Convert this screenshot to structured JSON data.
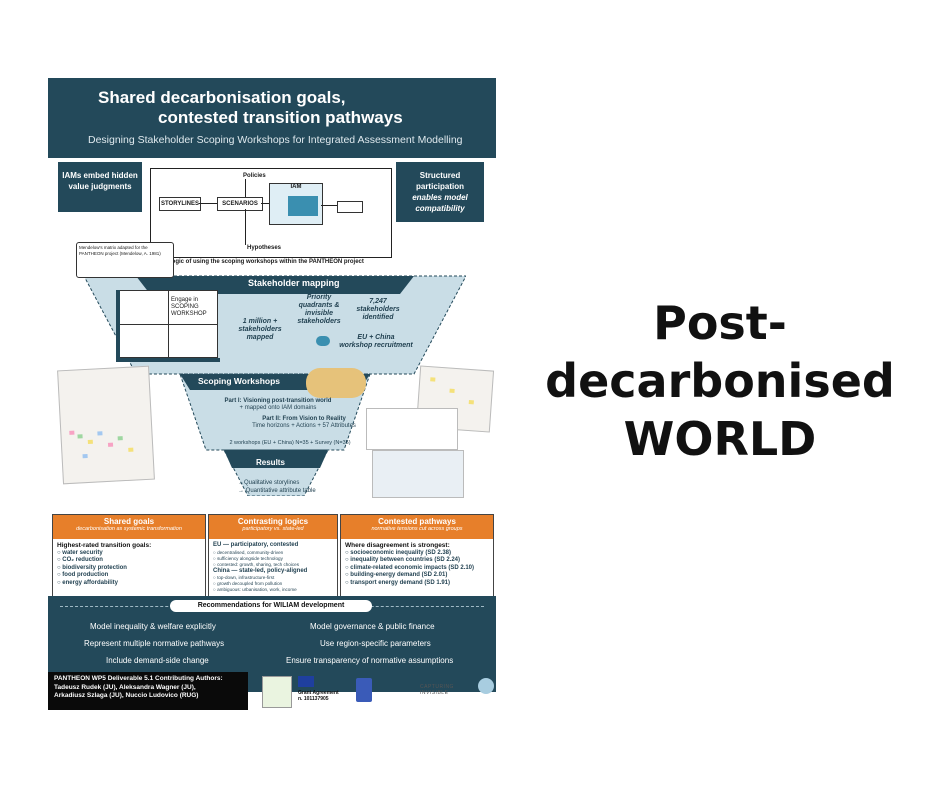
{
  "poster": {
    "title_line1": "Shared decarbonisation goals,",
    "title_line2": "contested transition pathways",
    "subtitle": "Designing Stakeholder Scoping Workshops for Integrated Assessment Modelling",
    "left_box": "IAMs embed hidden value judgments",
    "right_box_1": "Structured participation",
    "right_box_2": "enables model compatibility",
    "logic": {
      "policies": "Policies",
      "storylines": "STORYLINES",
      "scenarios": "SCENARIOS",
      "iam": "IAM",
      "hypotheses": "Hypotheses",
      "caption": "Logic of using the scoping workshops within the PANTHEON project"
    },
    "callout": "Mendelow's matrix adapted for the PANTHEON project (Mendelow, A. 1981)",
    "mapping": {
      "title": "Stakeholder mapping",
      "matrix_q1": "Engage in SCOPING WORKSHOP",
      "n1": "1 million +",
      "n1_b": "stakeholders",
      "n1_c": "mapped",
      "priority": "Priority",
      "priority_b": "quadrants &",
      "priority_c": "invisible",
      "priority_d": "stakeholders",
      "n2": "7,247",
      "n2_b": "stakeholders",
      "n2_c": "identified",
      "recruit": "EU + China",
      "recruit_b": "workshop recruitment"
    },
    "workshops": {
      "title": "Scoping Workshops",
      "part1": "Part I: Visioning post-transition world",
      "part1_b": "+ mapped onto IAM domains",
      "part2": "Part II: From Vision to Reality",
      "part2_b": "Time horizons + Actions + 57 Attributes",
      "count": "2 workshops (EU + China)  N=35 + Survey (N=35)"
    },
    "results": {
      "title": "Results",
      "r1": "→Qualitative storylines",
      "r2": "→ Quantitative attribute table"
    },
    "col1": {
      "title": "Shared goals",
      "subtitle": "decarbonisation as systemic transformation",
      "lead": "Highest-rated transition goals:",
      "items": [
        "water security",
        "CO₂ reduction",
        "biodiversity protection",
        "food production",
        "energy affordability"
      ]
    },
    "col2": {
      "title": "Contrasting logics",
      "subtitle": "participatory vs. state-led",
      "eu": "EU — participatory, contested",
      "eu_items": [
        "decentralised, community-driven",
        "sufficiency alongside technology",
        "contested: growth, sharing, tech choices"
      ],
      "cn": "China — state-led, policy-aligned",
      "cn_items": [
        "top-down, infrastructure-first",
        "growth decoupled from pollution",
        "ambiguous: urbanisation, work, income"
      ]
    },
    "col3": {
      "title": "Contested pathways",
      "subtitle": "normative tensions cut across groups",
      "lead": "Where disagreement is strongest:",
      "items": [
        "socioeconomic inequality (SD 2.38)",
        "inequality between countries (SD 2.24)",
        "climate-related economic impacts (SD 2.10)",
        "building-energy demand (SD 2.01)",
        "transport energy demand (SD 1.91)"
      ]
    },
    "rec": {
      "title": "Recommendations for WILIAM development",
      "l1": "Model inequality & welfare explicitly",
      "l2": "Represent multiple normative pathways",
      "l3": "Include demand-side change",
      "r1": "Model governance & public finance",
      "r2": "Use region-specific parameters",
      "r3": "Ensure transparency of normative assumptions"
    },
    "footer": {
      "line1": "PANTHEON WP5 Deliverable 5.1 Contributing Authors:",
      "line2": "Tadeusz Rudek (JU),  Aleksandra Wagner (JU),",
      "line3": "Arkadiusz Szlaga (JU), Nuccio Ludovico (RUG)",
      "grant": "Grant Agreement",
      "grant_no": "n. 101137905",
      "capturing": "CAPTURING INVISIBLE"
    }
  },
  "headline": {
    "line1": "Post-",
    "line2": "decarbonised",
    "line3": "WORLD"
  },
  "colors": {
    "teal": "#23495a",
    "orange": "#e77f2a",
    "light_blue": "#c9dde6"
  }
}
